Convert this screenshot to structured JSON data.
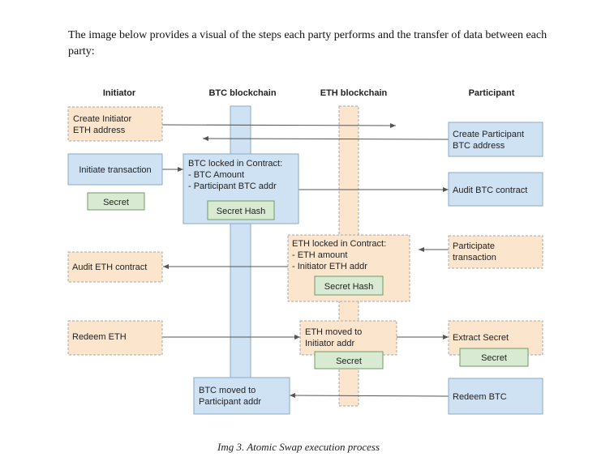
{
  "intro": "The image below provides a visual of the steps each party performs and the transfer of data between each party:",
  "caption": "Img 3. Atomic Swap execution process",
  "headers": {
    "initiator": "Initiator",
    "btc_chain": "BTC blockchain",
    "eth_chain": "ETH blockchain",
    "participant": "Participant"
  },
  "boxes": {
    "create_initiator": [
      "Create Initiator",
      "ETH address"
    ],
    "initiate_tx": [
      "Initiate transaction"
    ],
    "secret_initiator": "Secret",
    "btc_locked": [
      "BTC locked in Contract:",
      "- BTC Amount",
      "- Participant BTC addr"
    ],
    "btc_secret_hash": "Secret Hash",
    "create_participant": [
      "Create Participant",
      "BTC address"
    ],
    "audit_btc": [
      "Audit BTC contract"
    ],
    "eth_locked": [
      "ETH locked in Contract:",
      "- ETH amount",
      "- Initiator ETH addr"
    ],
    "eth_secret_hash": "Secret Hash",
    "participate_tx": [
      "Participate",
      "transaction"
    ],
    "audit_eth": [
      "Audit ETH contract"
    ],
    "redeem_eth": [
      "Redeem ETH"
    ],
    "eth_moved": [
      "ETH moved to",
      "Initiator addr"
    ],
    "eth_secret": "Secret",
    "extract_secret": [
      "Extract Secret"
    ],
    "secret_participant": "Secret",
    "btc_moved": [
      "BTC moved to",
      "Participant addr"
    ],
    "redeem_btc": [
      "Redeem BTC"
    ]
  },
  "colors": {
    "blue_fill": "#cfe2f3",
    "blue_stroke": "#8aa9c6",
    "orange_fill": "#fce5cd",
    "orange_stroke": "#a8a8a8",
    "green_fill": "#d9ead3",
    "green_stroke": "#6f9b63",
    "arrow": "#555555"
  }
}
